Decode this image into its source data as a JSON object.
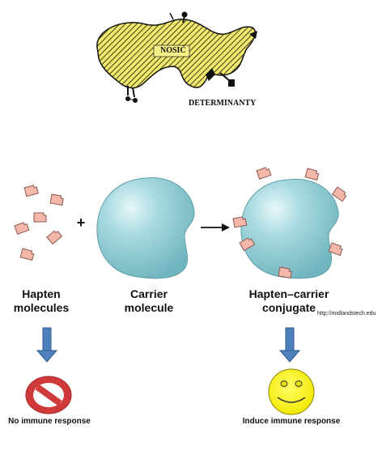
{
  "top_figure": {
    "carrier_label": "NOSIČ",
    "determinants_label": "DETERMINANTY"
  },
  "diagram": {
    "plus": "+",
    "hapten_label": [
      "Hapten",
      "molecules"
    ],
    "carrier_label": [
      "Carrier",
      "molecule"
    ],
    "conjugate_label": [
      "Hapten–carrier",
      "conjugate"
    ],
    "source_url": "http://midlandstech.edu",
    "left_outcome": "No immune response",
    "right_outcome": "Induce immune response"
  },
  "colors": {
    "carrier_fill": "#9fd4db",
    "hapten_fill": "#f5b7a9",
    "arrow_blue": "#4f81bd",
    "no_sign_red": "#d13a3a",
    "smiley_yellow": "#ffff00",
    "hatch_yellow": "#f0e86a"
  },
  "icons": [
    "hapten-icon",
    "carrier-molecule-icon",
    "reaction-arrow-icon",
    "down-arrow-icon",
    "no-entry-icon",
    "smiley-face-icon"
  ]
}
